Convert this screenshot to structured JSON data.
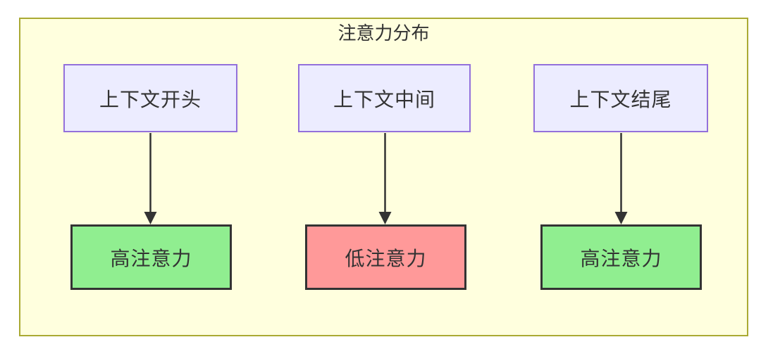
{
  "diagram": {
    "type": "flowchart",
    "title": "注意力分布",
    "cluster": {
      "fill": "#ffffde",
      "border": "#aaaa33"
    },
    "nodes": {
      "top": [
        {
          "id": "context-start",
          "label": "上下文开头",
          "fill": "#ececff",
          "border": "#9370db"
        },
        {
          "id": "context-middle",
          "label": "上下文中间",
          "fill": "#ececff",
          "border": "#9370db"
        },
        {
          "id": "context-end",
          "label": "上下文结尾",
          "fill": "#ececff",
          "border": "#9370db"
        }
      ],
      "bottom": [
        {
          "id": "high-attention-left",
          "label": "高注意力",
          "fill": "#90ee90",
          "border": "#333333",
          "status": "high"
        },
        {
          "id": "low-attention",
          "label": "低注意力",
          "fill": "#ff9999",
          "border": "#333333",
          "status": "low"
        },
        {
          "id": "high-attention-right",
          "label": "高注意力",
          "fill": "#90ee90",
          "border": "#333333",
          "status": "high"
        }
      ]
    },
    "edges": [
      {
        "from": "context-start",
        "to": "high-attention-left"
      },
      {
        "from": "context-middle",
        "to": "low-attention"
      },
      {
        "from": "context-end",
        "to": "high-attention-right"
      }
    ],
    "colors": {
      "arrow": "#333333",
      "text": "#333333"
    }
  }
}
